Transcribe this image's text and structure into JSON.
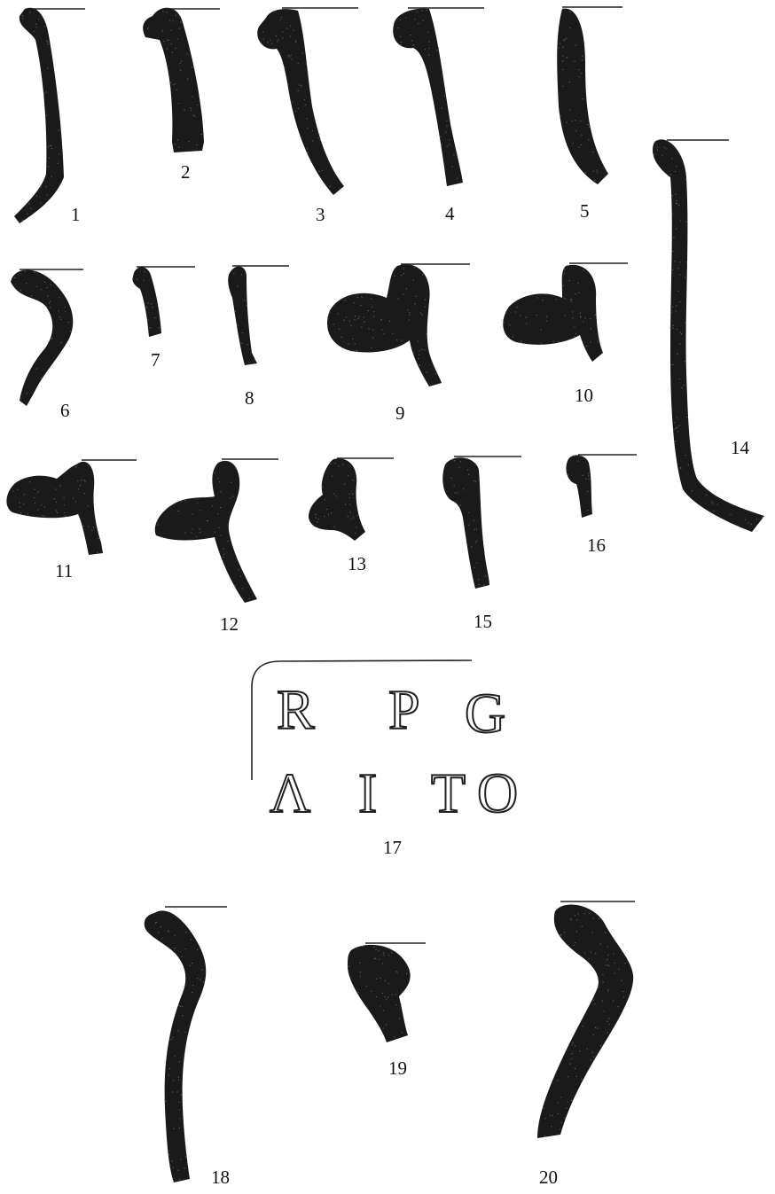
{
  "figures": [
    {
      "id": "fig-1",
      "label": "1"
    },
    {
      "id": "fig-2",
      "label": "2"
    },
    {
      "id": "fig-3",
      "label": "3"
    },
    {
      "id": "fig-4",
      "label": "4"
    },
    {
      "id": "fig-5",
      "label": "5"
    },
    {
      "id": "fig-6",
      "label": "6"
    },
    {
      "id": "fig-7",
      "label": "7"
    },
    {
      "id": "fig-8",
      "label": "8"
    },
    {
      "id": "fig-9",
      "label": "9"
    },
    {
      "id": "fig-10",
      "label": "10"
    },
    {
      "id": "fig-11",
      "label": "11"
    },
    {
      "id": "fig-12",
      "label": "12"
    },
    {
      "id": "fig-13",
      "label": "13"
    },
    {
      "id": "fig-14",
      "label": "14"
    },
    {
      "id": "fig-15",
      "label": "15"
    },
    {
      "id": "fig-16",
      "label": "16"
    },
    {
      "id": "fig-18",
      "label": "18"
    },
    {
      "id": "fig-19",
      "label": "19"
    },
    {
      "id": "fig-20",
      "label": "20"
    }
  ],
  "stamp": {
    "label": "17",
    "line1": [
      "R",
      "P",
      "G"
    ],
    "line2": [
      "Λ",
      "Ι",
      "Τ",
      "Ο"
    ]
  },
  "colors": {
    "ink": "#1a1a1a",
    "paper": "#ffffff"
  }
}
